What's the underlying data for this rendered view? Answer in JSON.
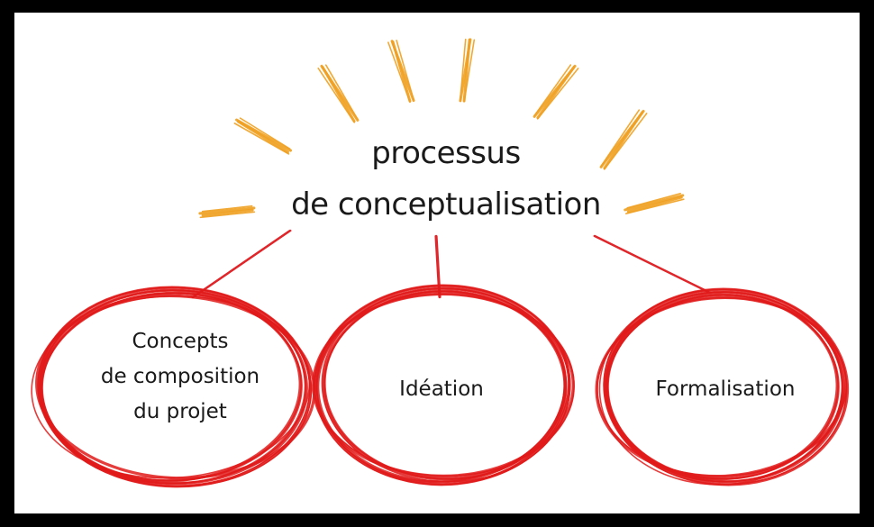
{
  "diagram": {
    "central_topic": {
      "line1": "processus",
      "line2": "de conceptualisation"
    },
    "nodes": [
      {
        "lines": [
          "Concepts",
          "de composition",
          "du projet"
        ]
      },
      {
        "lines": [
          "Idéation"
        ]
      },
      {
        "lines": [
          "Formalisation"
        ]
      }
    ]
  },
  "colors": {
    "rays": "#f0a020",
    "circles": "#e11a1a",
    "connectors": "#e0262a",
    "text": "#1a1a1a",
    "border": "#000000",
    "background": "#ffffff"
  }
}
